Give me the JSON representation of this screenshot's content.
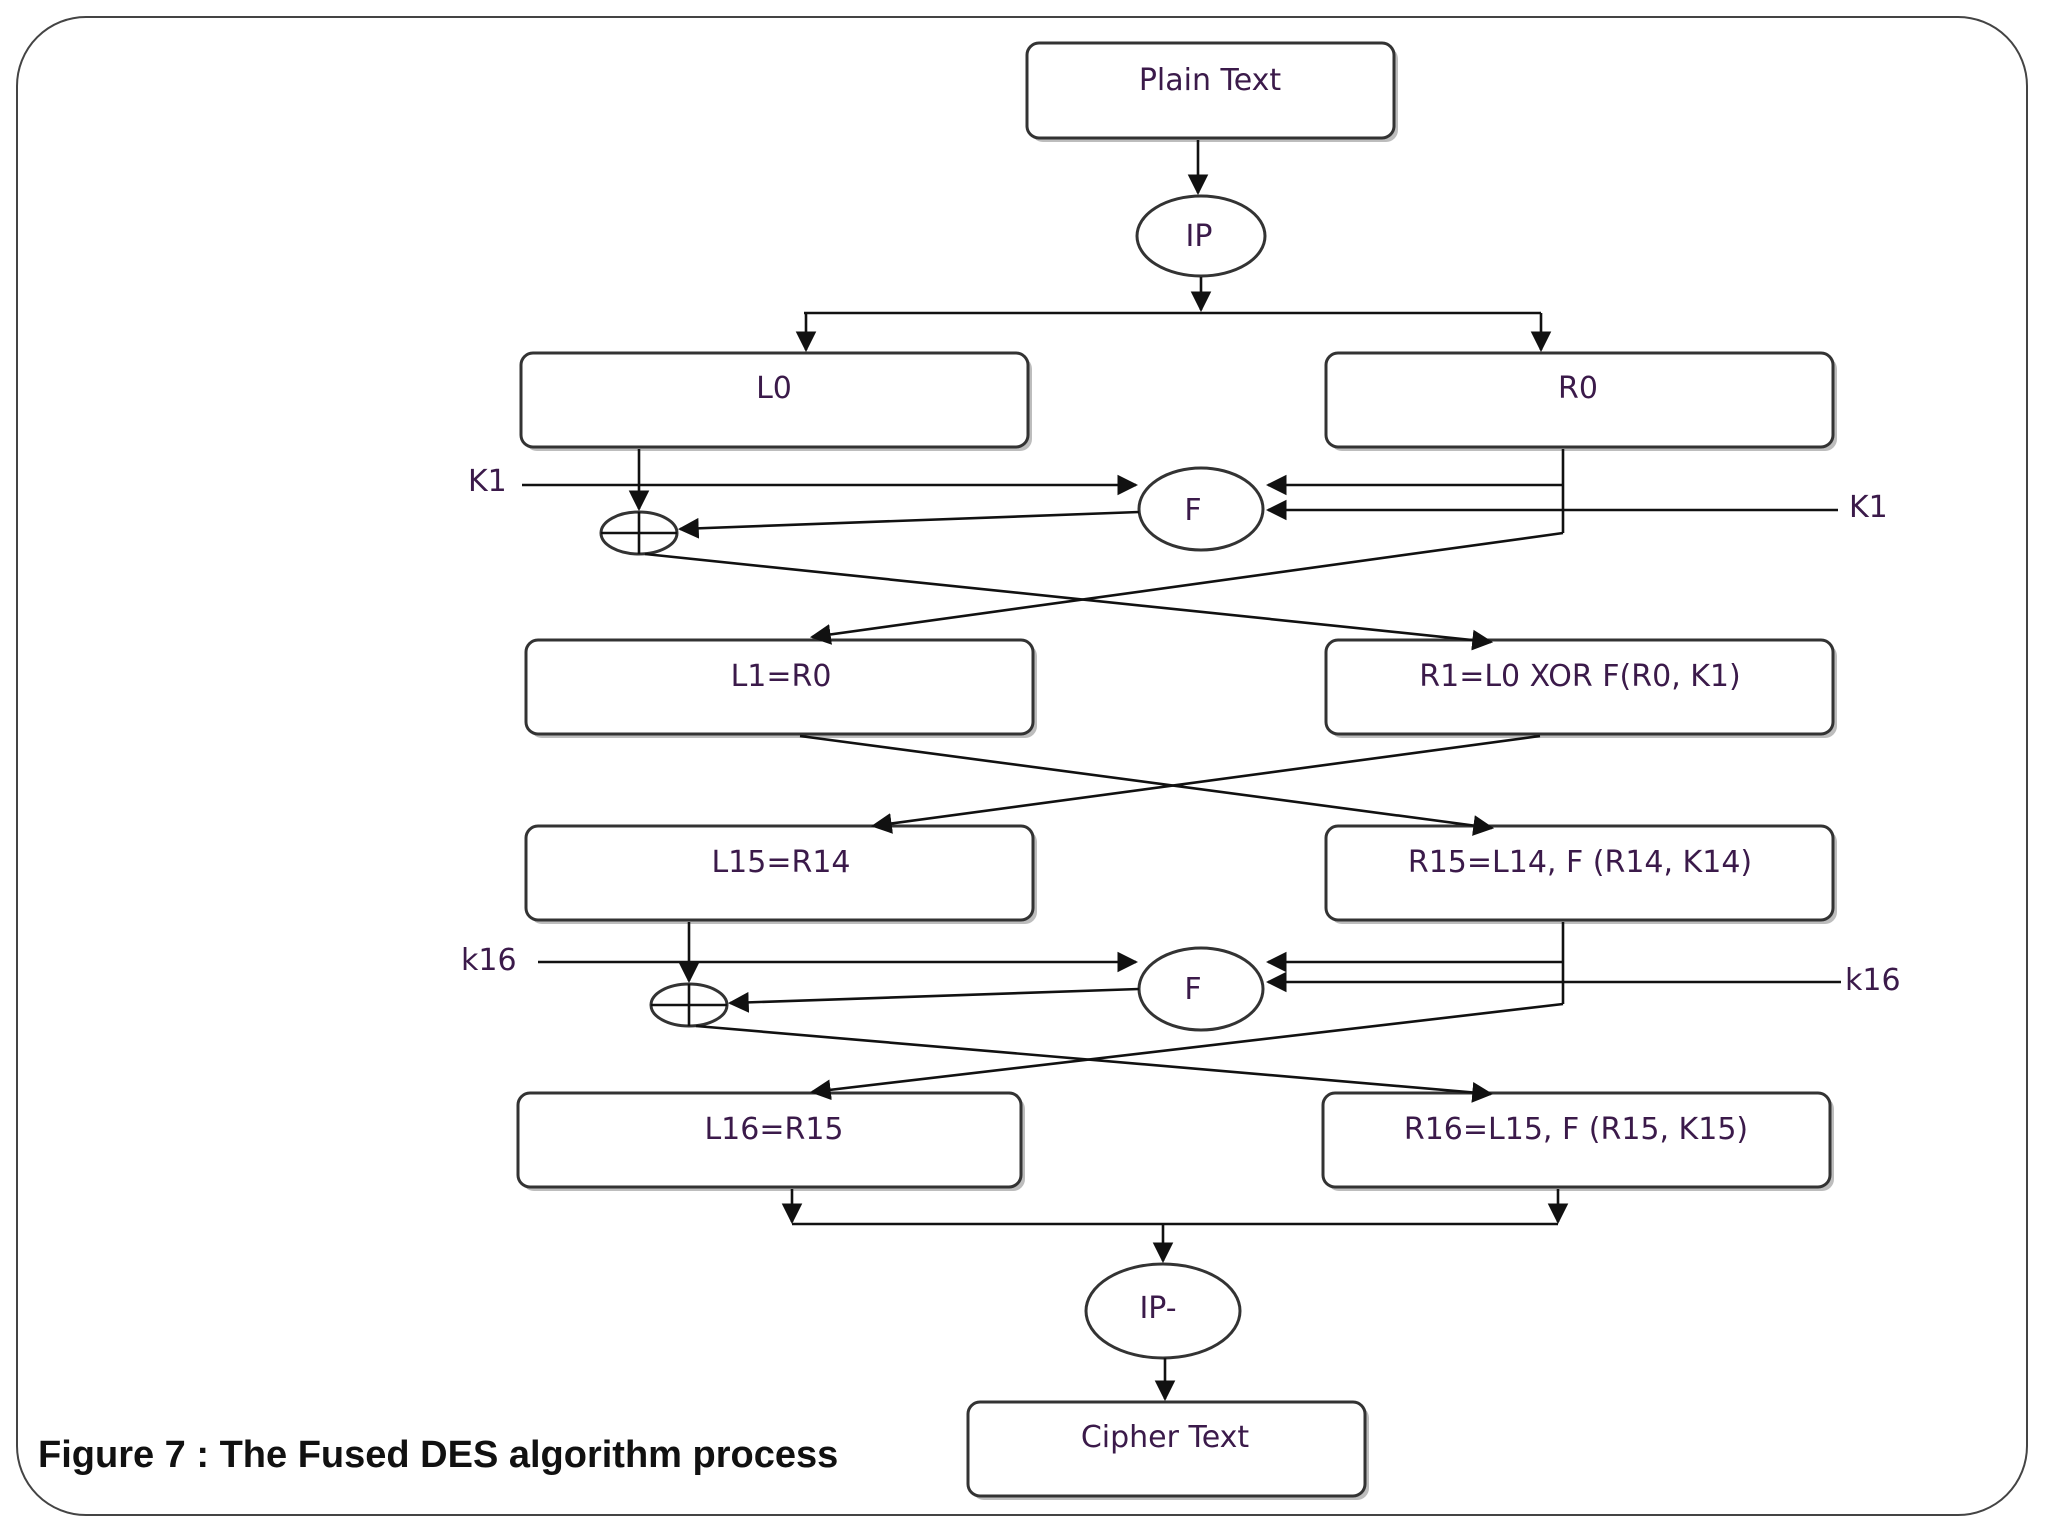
{
  "nodes": {
    "plain_text": "Plain Text",
    "ip": "IP",
    "l0": "L0",
    "r0": "R0",
    "f1": "F",
    "l1": "L1=R0",
    "r1": "R1=L0 XOR F(R0, K1)",
    "l15": "L15=R14",
    "r15": "R15=L14, F (R14, K14)",
    "f16": "F",
    "l16": "L16=R15",
    "r16": "R16=L15, F (R15, K15)",
    "ip_inv": "IP-",
    "cipher_text": "Cipher Text"
  },
  "keys": {
    "k1_left": "K1",
    "k1_right": "K1",
    "k16_left": "k16",
    "k16_right": "k16"
  },
  "caption": "Figure 7 : The Fused DES algorithm process"
}
